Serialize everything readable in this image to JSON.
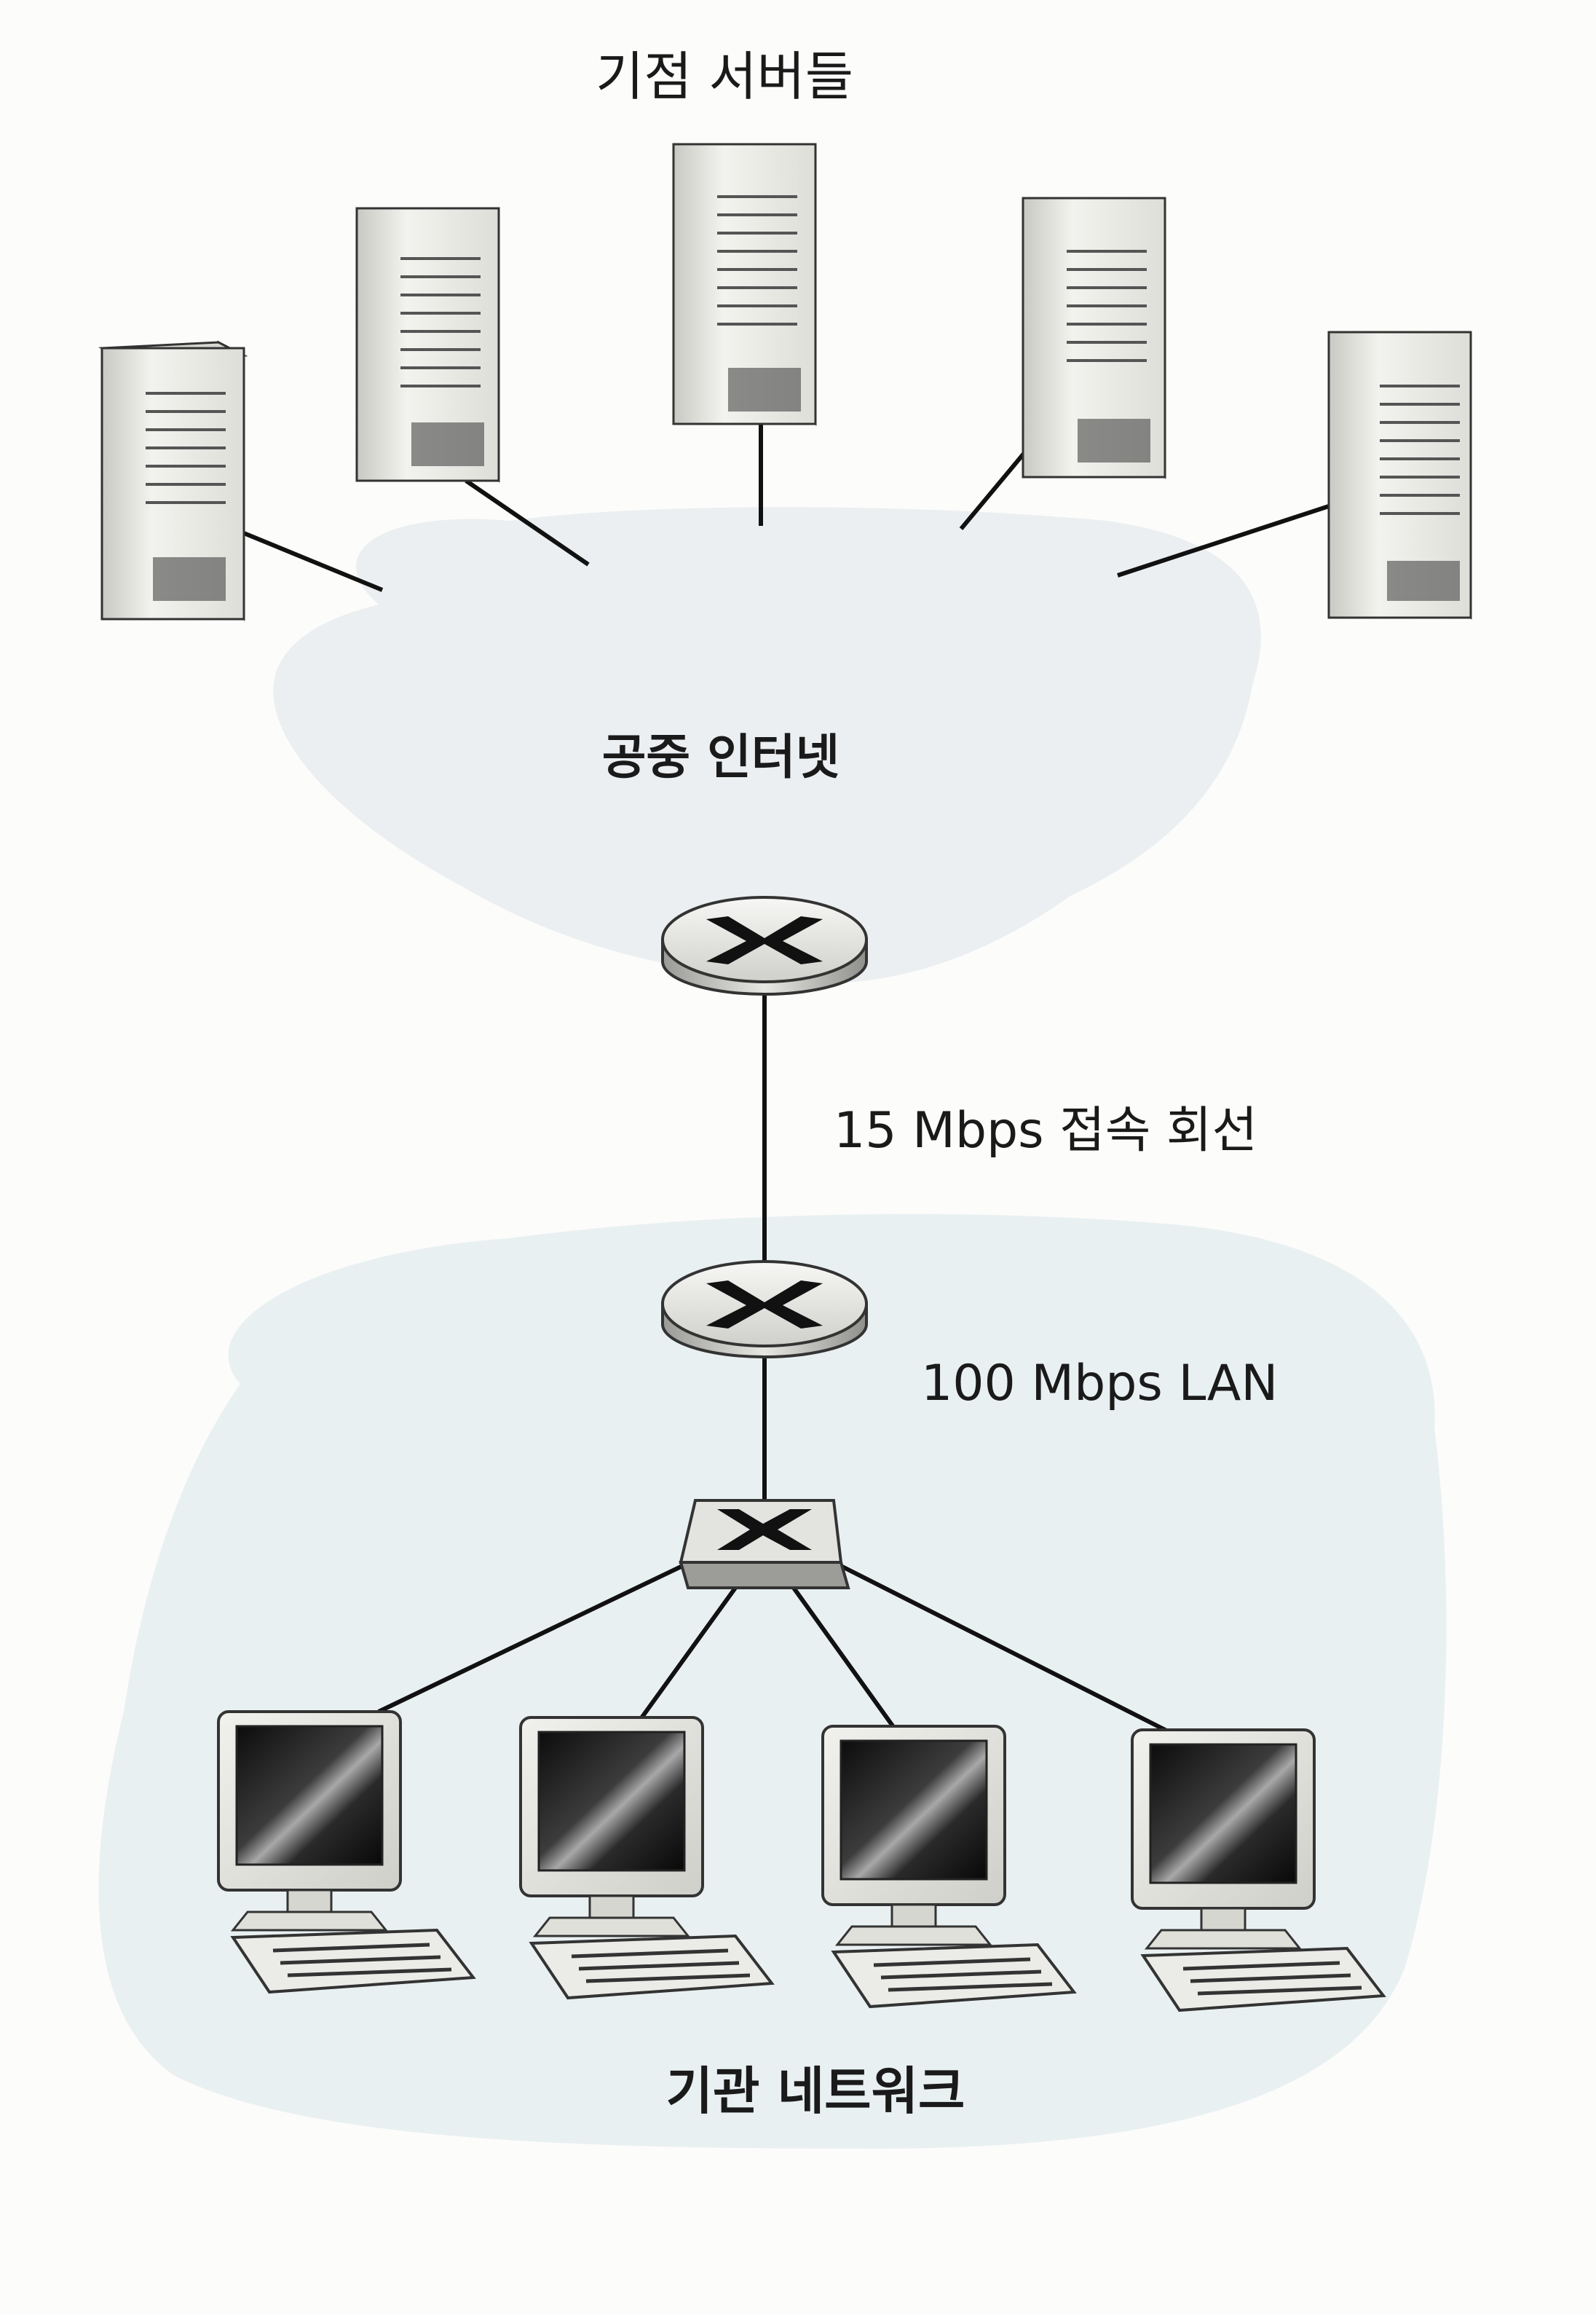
{
  "diagram": {
    "origin_servers_label": "기점 서버들",
    "public_internet_label": "공중 인터넷",
    "access_link_label": "15 Mbps 접속 회선",
    "lan_label": "100 Mbps LAN",
    "institutional_network_label": "기관 네트워크",
    "servers": [
      {
        "id": "server-1"
      },
      {
        "id": "server-2"
      },
      {
        "id": "server-3"
      },
      {
        "id": "server-4"
      },
      {
        "id": "server-5"
      }
    ],
    "routers": [
      {
        "id": "internet-router"
      },
      {
        "id": "institution-router"
      }
    ],
    "switch": {
      "id": "lan-switch"
    },
    "hosts": [
      {
        "id": "host-1"
      },
      {
        "id": "host-2"
      },
      {
        "id": "host-3"
      },
      {
        "id": "host-4"
      }
    ]
  }
}
